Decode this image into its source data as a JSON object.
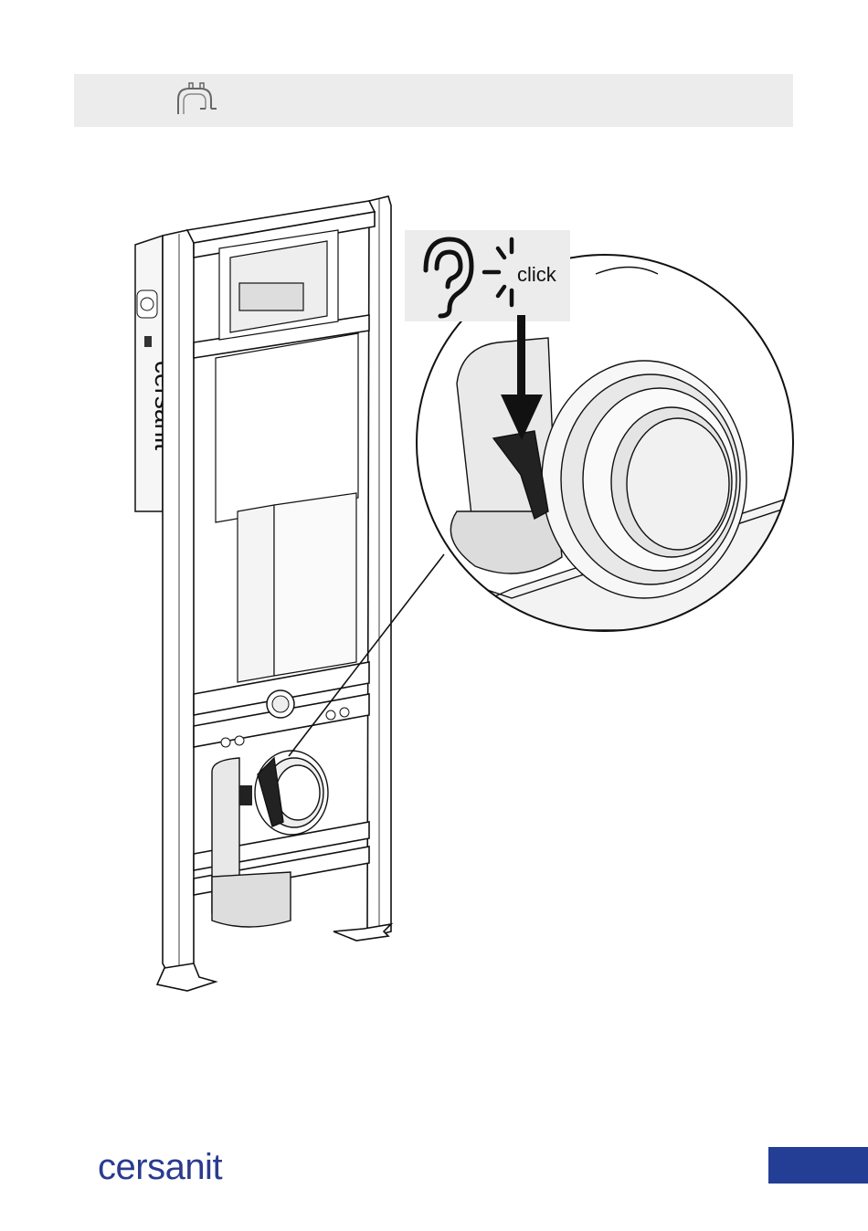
{
  "frame_brand_text": "cersanit",
  "callout": {
    "label": "click"
  },
  "footer": {
    "logo_text": "cersanit"
  },
  "colors": {
    "brand_blue": "#2a3b8f",
    "page_tab_blue": "#233e94",
    "header_bar_gray": "#ececec"
  },
  "icons": [
    "clip-bracket-icon",
    "ear-icon",
    "click-burst-icon"
  ]
}
